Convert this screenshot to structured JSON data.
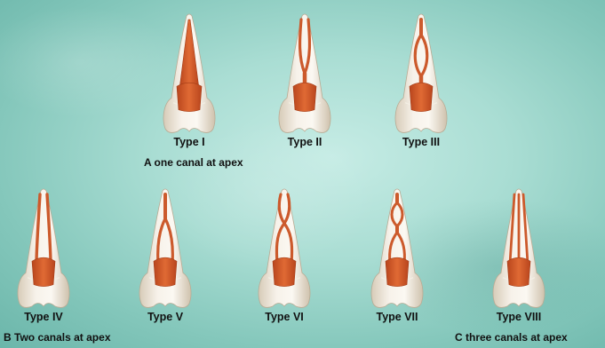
{
  "figure": {
    "teeth": [
      {
        "type_label": "Type I",
        "canal_pattern": "1-1"
      },
      {
        "type_label": "Type II",
        "canal_pattern": "2-1"
      },
      {
        "type_label": "Type III",
        "canal_pattern": "1-2-1"
      },
      {
        "type_label": "Type IV",
        "canal_pattern": "2-2"
      },
      {
        "type_label": "Type V",
        "canal_pattern": "1-2"
      },
      {
        "type_label": "Type VI",
        "canal_pattern": "2-1-2"
      },
      {
        "type_label": "Type VII",
        "canal_pattern": "1-2-1-2"
      },
      {
        "type_label": "Type VIII",
        "canal_pattern": "3-3"
      }
    ],
    "group_captions": {
      "a": "A one canal at apex",
      "b": "B Two canals at apex",
      "c": "C three canals at apex"
    },
    "colors": {
      "background": "#a9ddd3",
      "tooth_enamel": "#f4efe6",
      "pulp_canal": "#cc5a2c",
      "label_text": "#111111"
    }
  }
}
